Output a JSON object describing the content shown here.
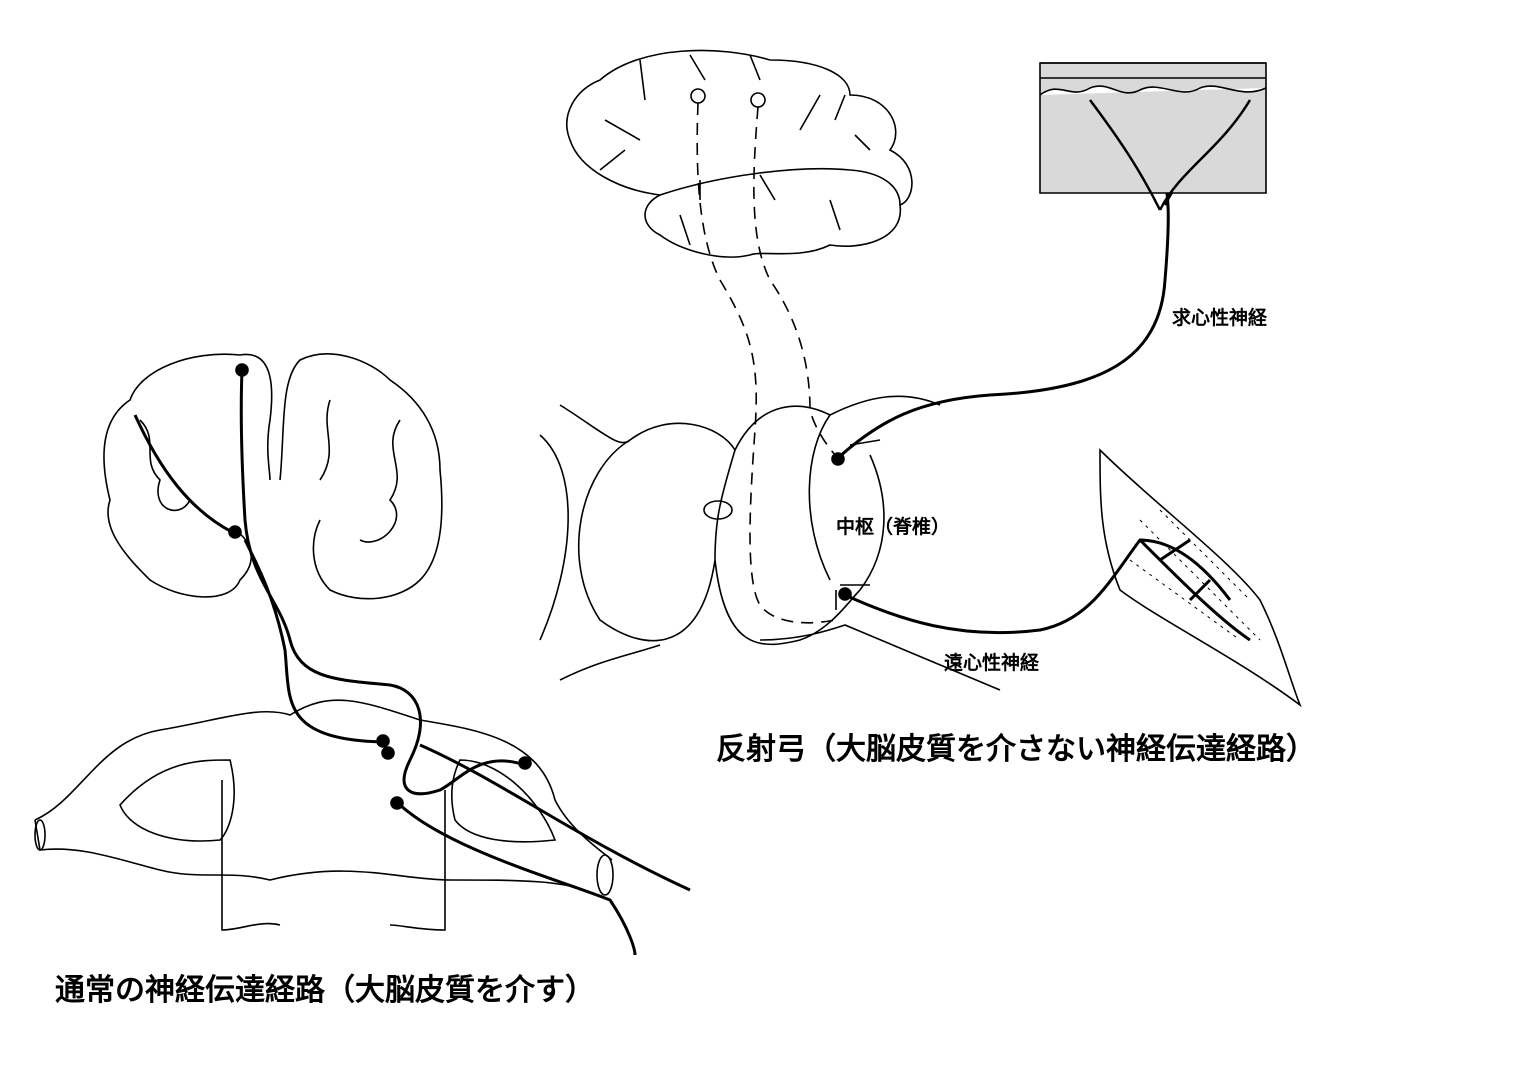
{
  "labels": {
    "afferent_nerve": "求心性神経",
    "center": "中枢（脊椎）",
    "efferent_nerve": "遠心性神経",
    "reflex_arc_title": "反射弓（大脳皮質を介さない神経伝達経路）",
    "normal_pathway_title": "通常の神経伝達経路（大脳皮質を介す）"
  },
  "colors": {
    "line": "#000000",
    "skin_fill": "#d9d9d9",
    "background": "#ffffff"
  }
}
